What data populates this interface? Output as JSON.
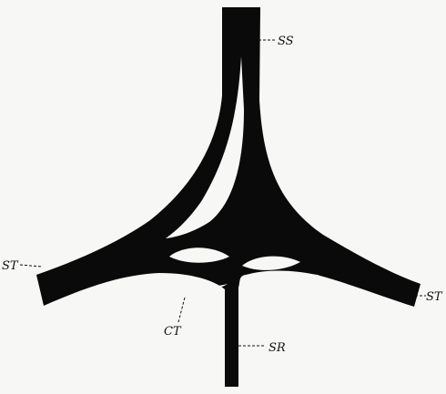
{
  "figure": {
    "ink_color": "#0a0a0a",
    "paper_color": "#f7f7f5",
    "labels": {
      "ss": "SS",
      "st_left": "ST",
      "st_right": "ST",
      "ct": "CT",
      "sr": "SR"
    }
  }
}
